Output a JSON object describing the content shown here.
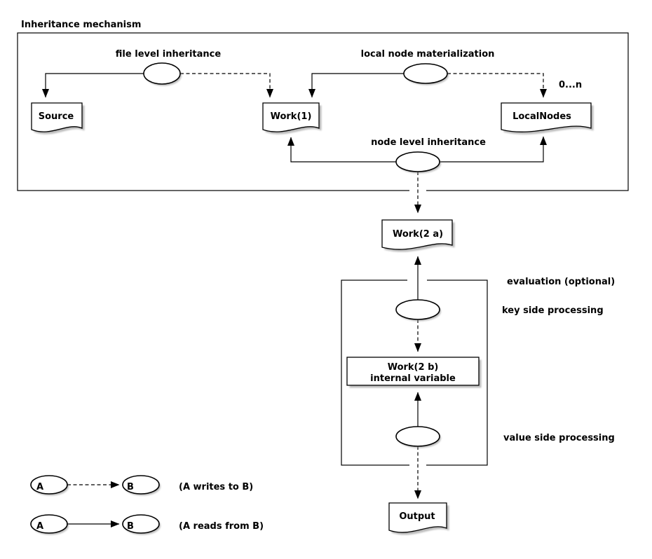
{
  "title": "Inheritance mechanism",
  "top": {
    "file_level_label": "file level inheritance",
    "local_node_label": "local node materialization",
    "node_level_label": "node level inheritance",
    "multiplicity_label": "0...n",
    "source_label": "Source",
    "work1_label": "Work(1)",
    "localnodes_label": "LocalNodes"
  },
  "middle": {
    "work2a_label": "Work(2 a)"
  },
  "evaluation": {
    "box_label": "evaluation (optional)",
    "key_label": "key side processing",
    "value_label": "value side processing",
    "work2b_title": "Work(2 b)",
    "work2b_subtitle": "internal variable"
  },
  "output_label": "Output",
  "legend": {
    "a_label": "A",
    "b_label": "B",
    "writes_label": "(A writes to B)",
    "reads_label": "(A reads from B)"
  },
  "colors": {
    "ink": "#000000",
    "paper": "#ffffff",
    "shadow": "#8e8e8e"
  }
}
